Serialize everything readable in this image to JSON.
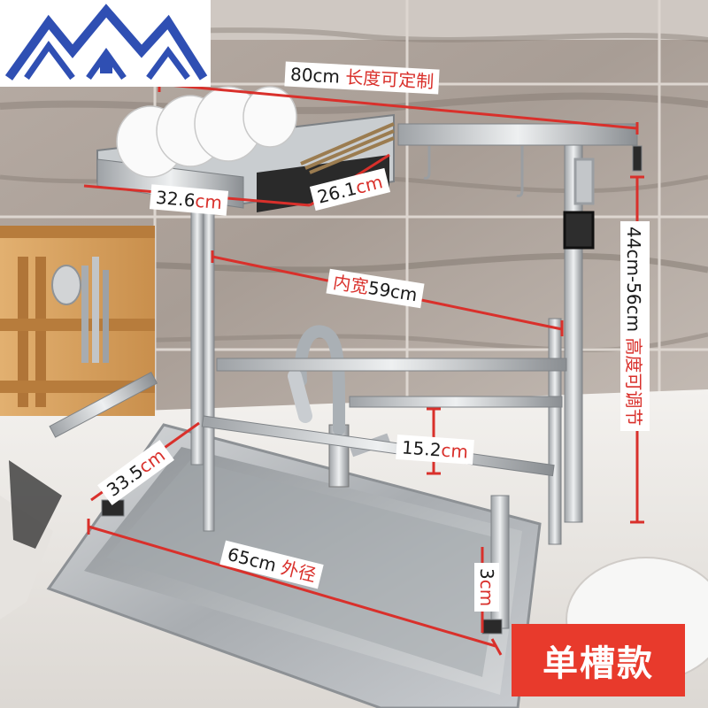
{
  "colors": {
    "accent": "#d9302b",
    "badge": "#e83a2c"
  },
  "logo": {
    "icon": "house-roof-logo-icon"
  },
  "labels": {
    "length": {
      "num": "80cm",
      "red": "长度可定制"
    },
    "shelf_width": {
      "num": "32.6",
      "red": "cm"
    },
    "shelf_depth": {
      "num": "26.1",
      "red": "cm"
    },
    "inner_width": {
      "red": "内宽",
      "num": "59cm"
    },
    "height": {
      "num": "44cm-56cm",
      "red": "高度可调节"
    },
    "gap": {
      "num": "15.2",
      "red": "cm"
    },
    "depth": {
      "num": "33.5",
      "red": "cm"
    },
    "outer": {
      "num": "65cm",
      "red": "外径"
    },
    "foot": {
      "num": "3",
      "red": "cm"
    }
  },
  "badge": {
    "text": "单槽款"
  }
}
